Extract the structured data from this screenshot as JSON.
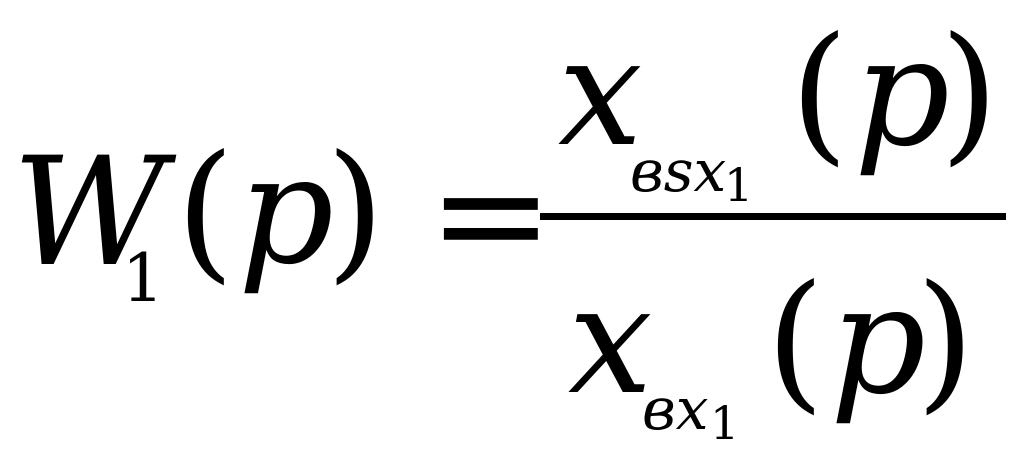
{
  "equation": {
    "lhs": {
      "symbol": "W",
      "subscript": "1",
      "open_paren": "(",
      "argument": "p",
      "close_paren": ")"
    },
    "equals": "=",
    "numerator": {
      "symbol": "x",
      "subscript_text": "вsx",
      "subscript_index": "1",
      "open_paren": "(",
      "argument": "p",
      "close_paren": ")"
    },
    "denominator": {
      "symbol": "x",
      "subscript_text": "вx",
      "subscript_index": "1",
      "open_paren": "(",
      "argument": "p",
      "close_paren": ")"
    }
  }
}
